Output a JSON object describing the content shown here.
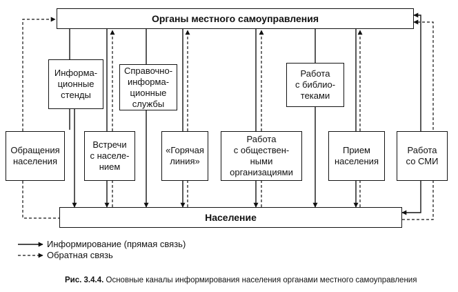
{
  "diagram": {
    "top_bar": "Органы местного самоуправления",
    "bottom_bar": "Население",
    "channels": {
      "info_stands": "Информа-\nционные\nстенды",
      "reference_services": "Справочно-\nинформа-\nционные\nслужбы",
      "libraries": "Работа\nс библио-\nтеками",
      "appeals": "Обращения\nнаселения",
      "meetings": "Встречи\nс населе-\nнием",
      "hotline": "«Горячая\nлиния»",
      "public_orgs": "Работа\nс обществен-\nными\nорганизациями",
      "reception": "Прием\nнаселения",
      "media": "Работа\nсо СМИ"
    }
  },
  "legend": {
    "solid": "Информирование (прямая связь)",
    "dashed": "Обратная связь"
  },
  "caption": {
    "number": "Рис. 3.4.4.",
    "text": "Основные каналы информирования населения органами местного самоуправления"
  }
}
